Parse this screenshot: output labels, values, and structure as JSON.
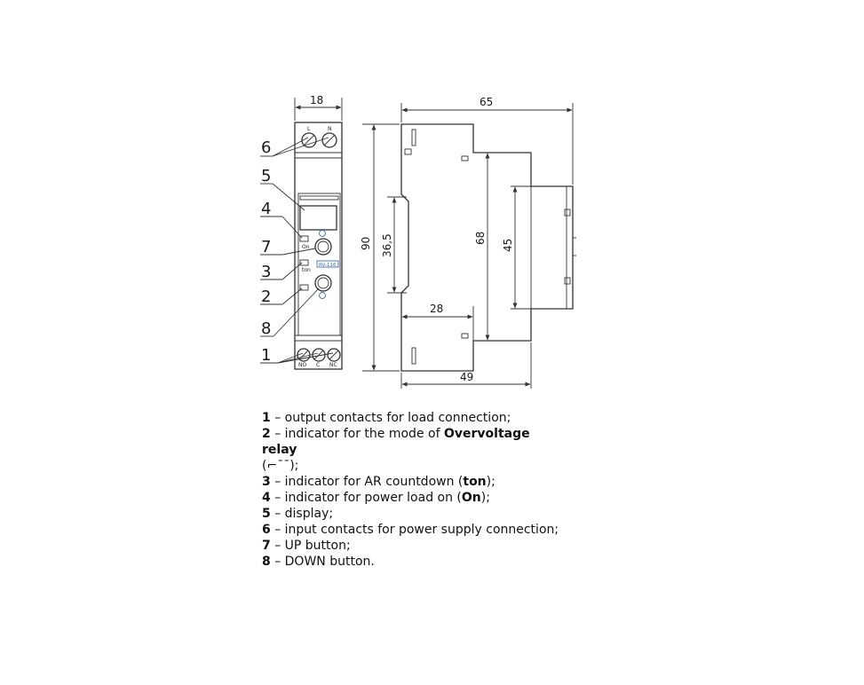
{
  "dimensions": {
    "front_width": "18",
    "side_width": "65",
    "height": "90",
    "din_height": "36,5",
    "body_height": "68",
    "front_height": "45",
    "depth_lower": "28",
    "depth_bottom": "49"
  },
  "callouts": [
    "6",
    "5",
    "4",
    "7",
    "3",
    "2",
    "8",
    "1"
  ],
  "panel_labels": {
    "terminal_top": [
      "L",
      "N"
    ],
    "terminal_bottom": [
      "NO",
      "C",
      "NC"
    ],
    "on": "On",
    "ton": "ton",
    "model": "RV-116"
  },
  "legend": [
    {
      "num": "1",
      "sep": " – ",
      "text": "output contacts for load connection;"
    },
    {
      "num": "2",
      "sep": " – ",
      "text": "indicator for the mode of ",
      "bold": "Overvoltage relay",
      "line2": "(⌐¯¯);"
    },
    {
      "num": "3",
      "sep": " – ",
      "text": "indicator for AR countdown (",
      "bold": "ton",
      "after": ");"
    },
    {
      "num": "4",
      "sep": " – ",
      "text": "indicator for power load on (",
      "bold": "On",
      "after": ");"
    },
    {
      "num": "5",
      "sep": " – ",
      "text": "display;"
    },
    {
      "num": "6",
      "sep": " – ",
      "text": "input contacts for power supply connection;"
    },
    {
      "num": "7",
      "sep": " – ",
      "text": "UP button;"
    },
    {
      "num": "8",
      "sep": " – ",
      "text": "DOWN button."
    }
  ]
}
